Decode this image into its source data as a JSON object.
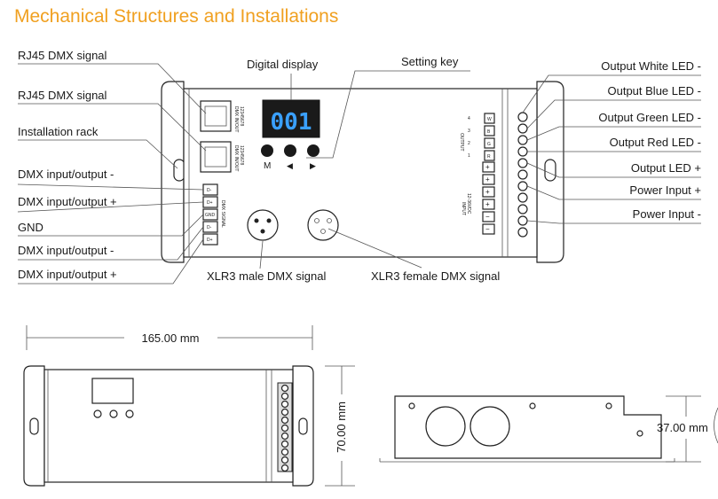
{
  "title": "Mechanical Structures and Installations",
  "display": {
    "digits": "001",
    "keys": [
      "M",
      "◀",
      "▶"
    ]
  },
  "labels": {
    "rj45_top": "RJ45 DMX signal",
    "rj45_bottom": "RJ45 DMX signal",
    "installation_rack": "Installation rack",
    "dmx_io_minus_1": "DMX input/output -",
    "dmx_io_plus_1": "DMX input/output +",
    "gnd": "GND",
    "dmx_io_minus_2": "DMX input/output -",
    "dmx_io_plus_2": "DMX input/output +",
    "digital_display": "Digital display",
    "setting_key": "Setting key",
    "xlr3_male": "XLR3 male DMX signal",
    "xlr3_female": "XLR3 female DMX signal",
    "out_white": "Output White LED -",
    "out_blue": "Output Blue LED -",
    "out_green": "Output Green LED -",
    "out_red": "Output Red LED -",
    "out_led_plus": "Output LED +",
    "power_in_plus": "Power Input +",
    "power_in_minus": "Power Input -"
  },
  "panel": {
    "dmx_in_label": "DMX IN/OUT",
    "rj45_pins": "12345678",
    "dmx_terminals": [
      "D-",
      "D+",
      "GND",
      "D-",
      "D+"
    ],
    "dmx_terminal_heading": "DMX SIGNAL",
    "output_label": "OUTPUT",
    "output_channels": [
      "4",
      "3",
      "2",
      "1"
    ],
    "output_colors": [
      "W",
      "B",
      "G",
      "R"
    ],
    "input_label": "INPUT",
    "input_voltage": "12-36VDC",
    "power_terminals": [
      "+",
      "+",
      "+",
      "+",
      "−",
      "−"
    ]
  },
  "dimensions": {
    "length": "165.00 mm",
    "width": "70.00 mm",
    "height": "37.00 mm"
  }
}
